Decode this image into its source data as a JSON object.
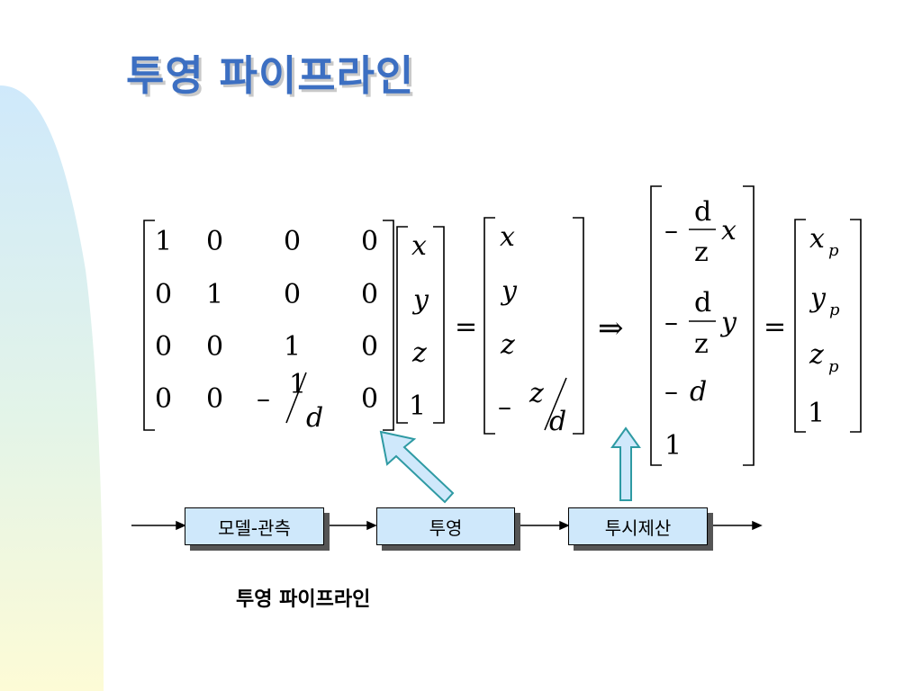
{
  "slide": {
    "title": "투영 파이프라인",
    "caption": "투영 파이프라인",
    "colors": {
      "title": "#3c6fc2",
      "box_fill": "#cfe8fb",
      "arrow_fill": "#cfe8fb",
      "arrow_stroke": "#2e9aa3"
    }
  },
  "pipeline": {
    "stages": [
      "모델-관측",
      "투영",
      "투시제산"
    ]
  },
  "math": {
    "matrix": [
      [
        "1",
        "0",
        "0",
        "0"
      ],
      [
        "0",
        "1",
        "0",
        "0"
      ],
      [
        "0",
        "0",
        "1",
        "0"
      ],
      [
        "0",
        "0",
        "–",
        "0"
      ]
    ],
    "one": "1",
    "d": "d",
    "x": "x",
    "y": "y",
    "z": "z",
    "minus": "–",
    "equals": "=",
    "implies": "⇒",
    "sub_p": "p"
  }
}
